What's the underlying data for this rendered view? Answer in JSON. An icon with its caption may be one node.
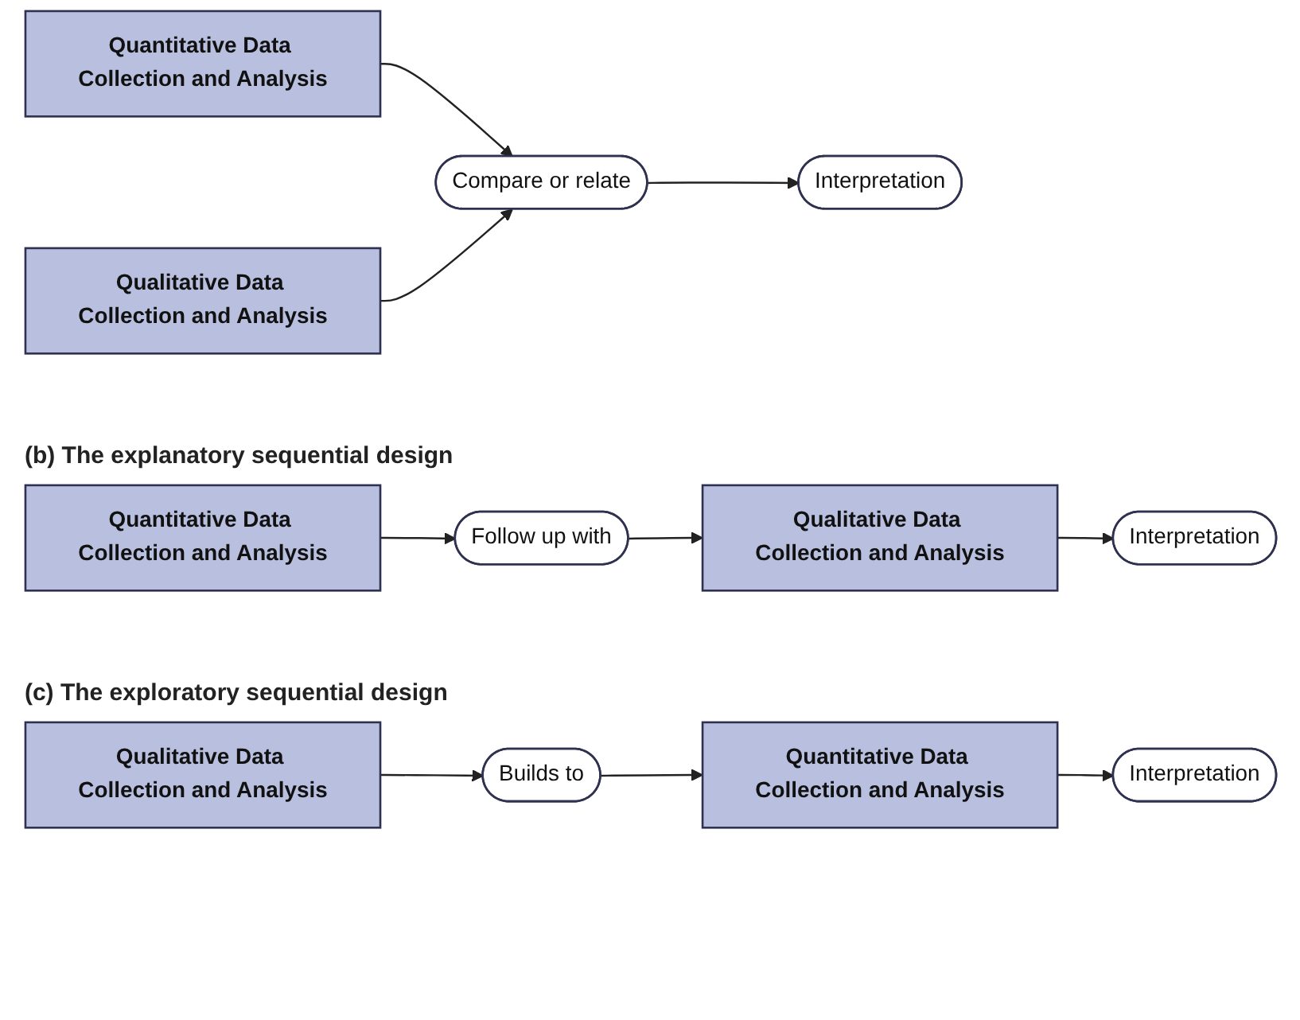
{
  "diagram": {
    "nodes": [
      {
        "text": [
          "Quantitative Data Collection and Analysis"
        ]
      },
      {
        "text": [
          "Qualitative Data Collection and Analysis"
        ]
      },
      {
        "text": [
          "Compare or relate"
        ]
      },
      {
        "text": [
          "Interpretation"
        ]
      },
      {
        "text": [
          "Quantitative Data Collection and Analysis"
        ]
      },
      {
        "text": [
          "Follow up with"
        ]
      },
      {
        "text": [
          "Qualitative Data Collection and Analysis"
        ]
      },
      {
        "text": [
          "Interpretation"
        ]
      },
      {
        "text": [
          "Qualitative Data Collection and Analysis"
        ]
      },
      {
        "text": [
          "Builds to"
        ]
      },
      {
        "text": [
          "Quantitative Data Collection and Analysis"
        ]
      },
      {
        "text": [
          "Interpretation"
        ]
      }
    ],
    "edges": [
      {
        "from": 0,
        "to": 2,
        "arrow": "to"
      },
      {
        "from": 1,
        "to": 2,
        "arrow": "to"
      },
      {
        "from": 2,
        "to": 3,
        "arrow": "to"
      },
      {
        "from": 4,
        "to": 5,
        "arrow": "to"
      },
      {
        "from": 5,
        "to": 6,
        "arrow": "to"
      },
      {
        "from": 6,
        "to": 7,
        "arrow": "to"
      },
      {
        "from": 8,
        "to": 9,
        "arrow": "to"
      },
      {
        "from": 9,
        "to": 10,
        "arrow": "to"
      },
      {
        "from": 10,
        "to": 11,
        "arrow": "to"
      }
    ],
    "labels": [
      "(b) The explanatory sequential design",
      "(c) The exploratory sequential design"
    ]
  }
}
